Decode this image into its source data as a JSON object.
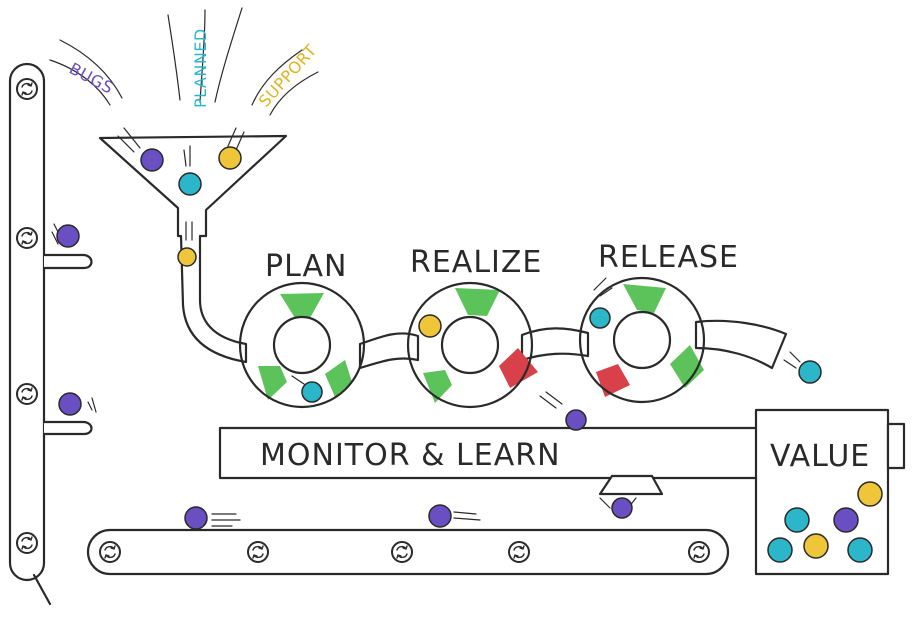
{
  "inputs": {
    "bugs": "BUGS",
    "planned": "PLANNED",
    "support": "SUPPORT"
  },
  "stages": {
    "plan": "PLAN",
    "realize": "REALIZE",
    "release": "RELEASE"
  },
  "monitor_label": "MONITOR & LEARN",
  "value_label": "VALUE",
  "colors": {
    "bugs": "#6a4fc2",
    "planned": "#2bb6c9",
    "support": "#efc63a",
    "good": "#5cc35a",
    "bad": "#d8404a",
    "ink": "#2a2a2a"
  }
}
